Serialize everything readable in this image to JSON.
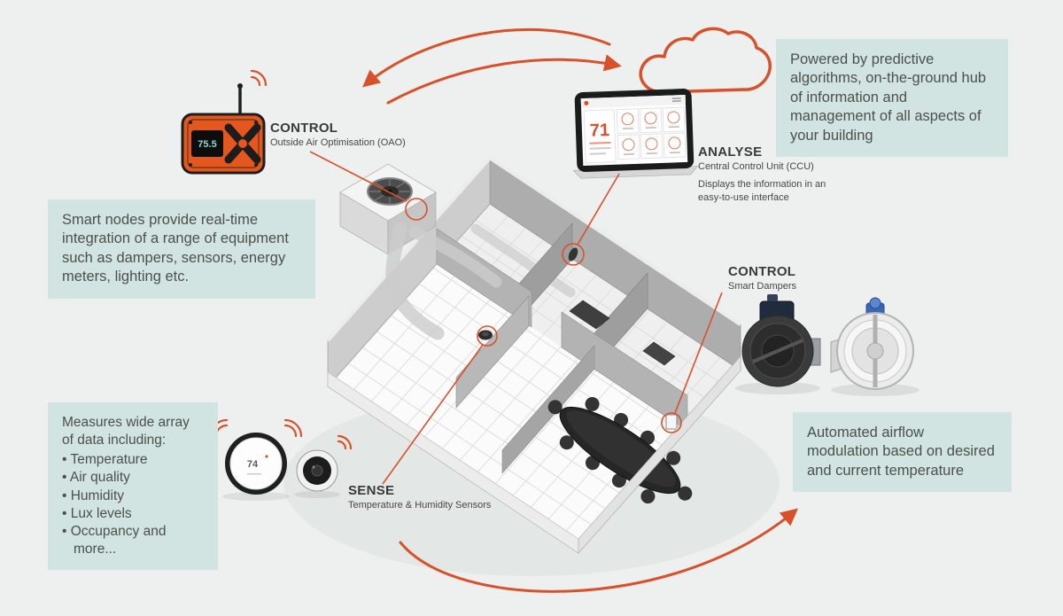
{
  "colors": {
    "background": "#edf0ef",
    "info_box": "#d2e4e1",
    "accent": "#d8512a",
    "text": "#4b504d"
  },
  "info_boxes": {
    "predictive": "Powered by predictive algorithms, on-the-ground hub of information and management of all aspects of your building",
    "smart_nodes": "Smart nodes provide real-time integration of a range of equipment such as dampers, sensors, energy meters, lighting etc.",
    "measures": {
      "title": "Measures wide array of data including:",
      "items": [
        "• Temperature",
        "• Air quality",
        "• Humidity",
        "• Lux levels",
        "• Occupancy and more..."
      ]
    },
    "airflow": "Automated airflow modulation based on desired and current temperature"
  },
  "callouts": {
    "oao": {
      "title": "CONTROL",
      "subtitle": "Outside Air Optimisation (OAO)"
    },
    "analyse": {
      "title": "ANALYSE",
      "subtitle": "Central Control Unit (CCU)",
      "description": "Displays the information in an easy-to-use interface"
    },
    "dampers": {
      "title": "CONTROL",
      "subtitle": "Smart Dampers"
    },
    "sense": {
      "title": "SENSE",
      "subtitle": "Temperature & Humidity Sensors"
    }
  },
  "devices": {
    "smart_node_reading": "75.5",
    "tablet_reading": "71",
    "sensor_reading": "74"
  }
}
